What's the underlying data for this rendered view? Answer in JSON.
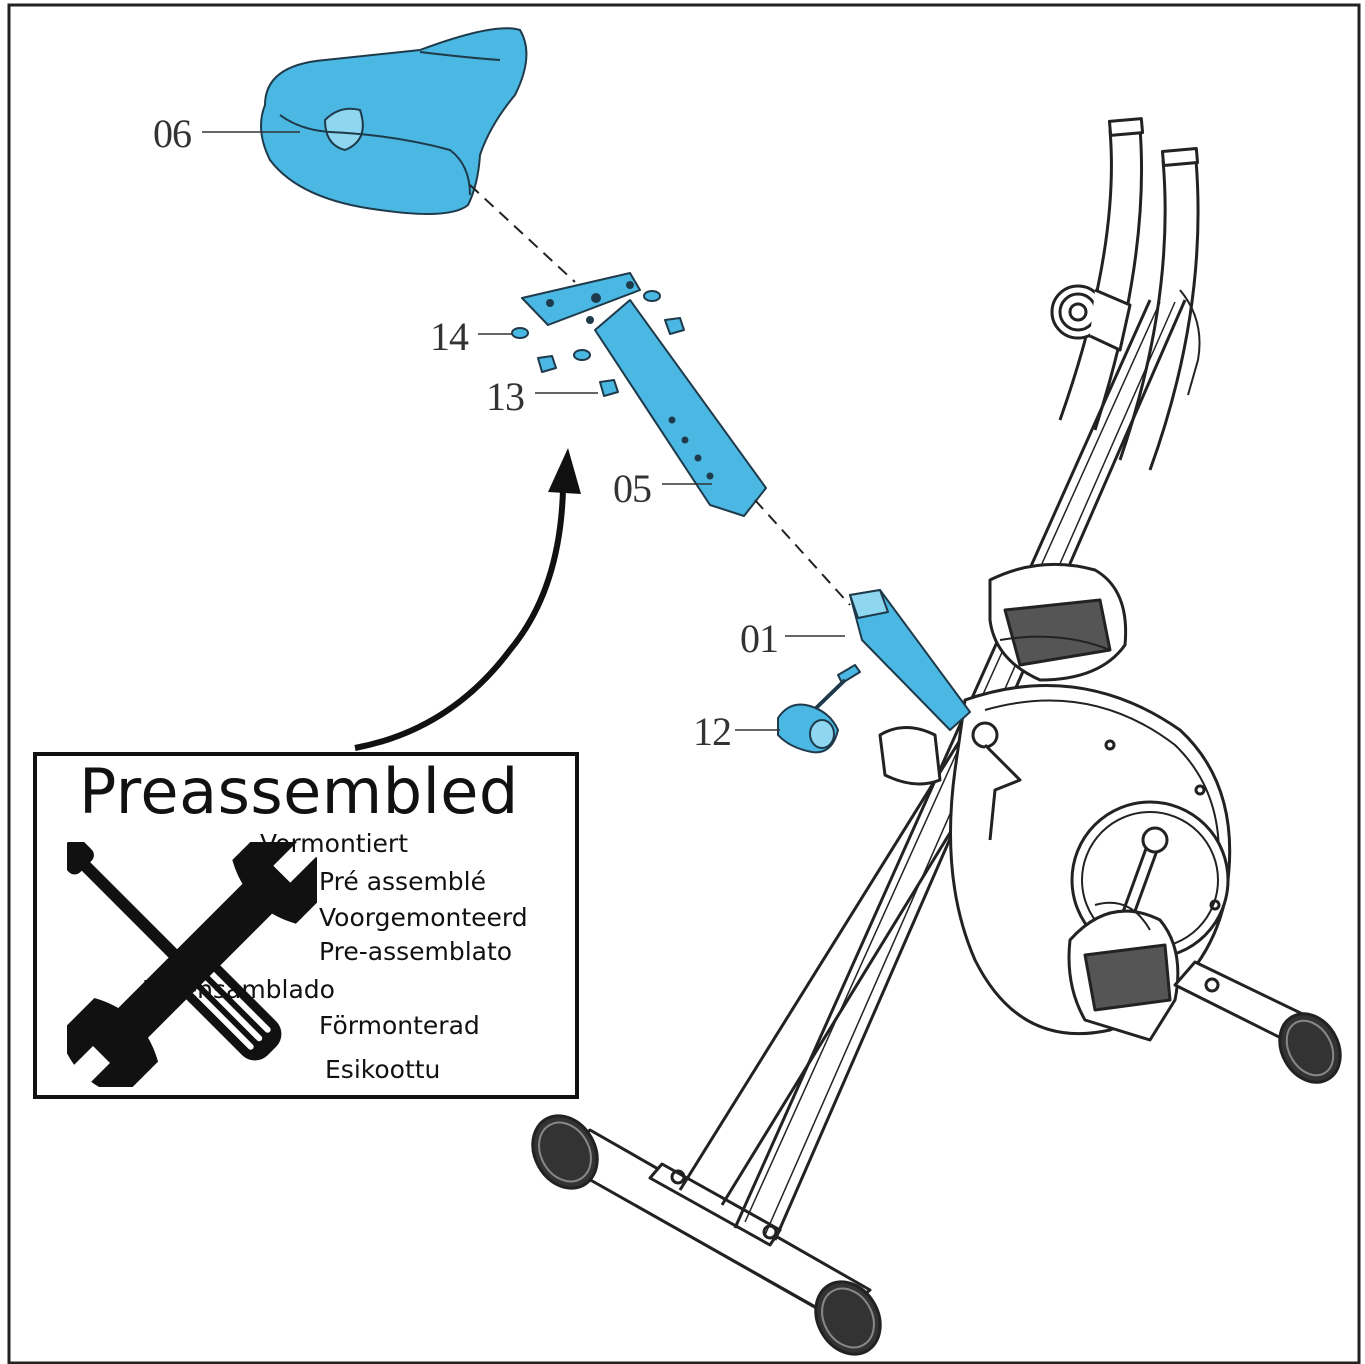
{
  "diagram": {
    "highlight_color": "#4ab8e2",
    "line_color": "#222222",
    "parts": [
      {
        "id": "06",
        "label": "06"
      },
      {
        "id": "14",
        "label": "14"
      },
      {
        "id": "13",
        "label": "13"
      },
      {
        "id": "05",
        "label": "05"
      },
      {
        "id": "01",
        "label": "01"
      },
      {
        "id": "12",
        "label": "12"
      }
    ]
  },
  "notice": {
    "title": "Preassembled",
    "icon": "wrench-screwdriver-icon",
    "translations": [
      "Vormontiert",
      "Pré assemblé",
      "Voorgemonteerd",
      "Pre-assemblato",
      "Preensamblado",
      "Förmonterad",
      "Esikoottu"
    ]
  }
}
